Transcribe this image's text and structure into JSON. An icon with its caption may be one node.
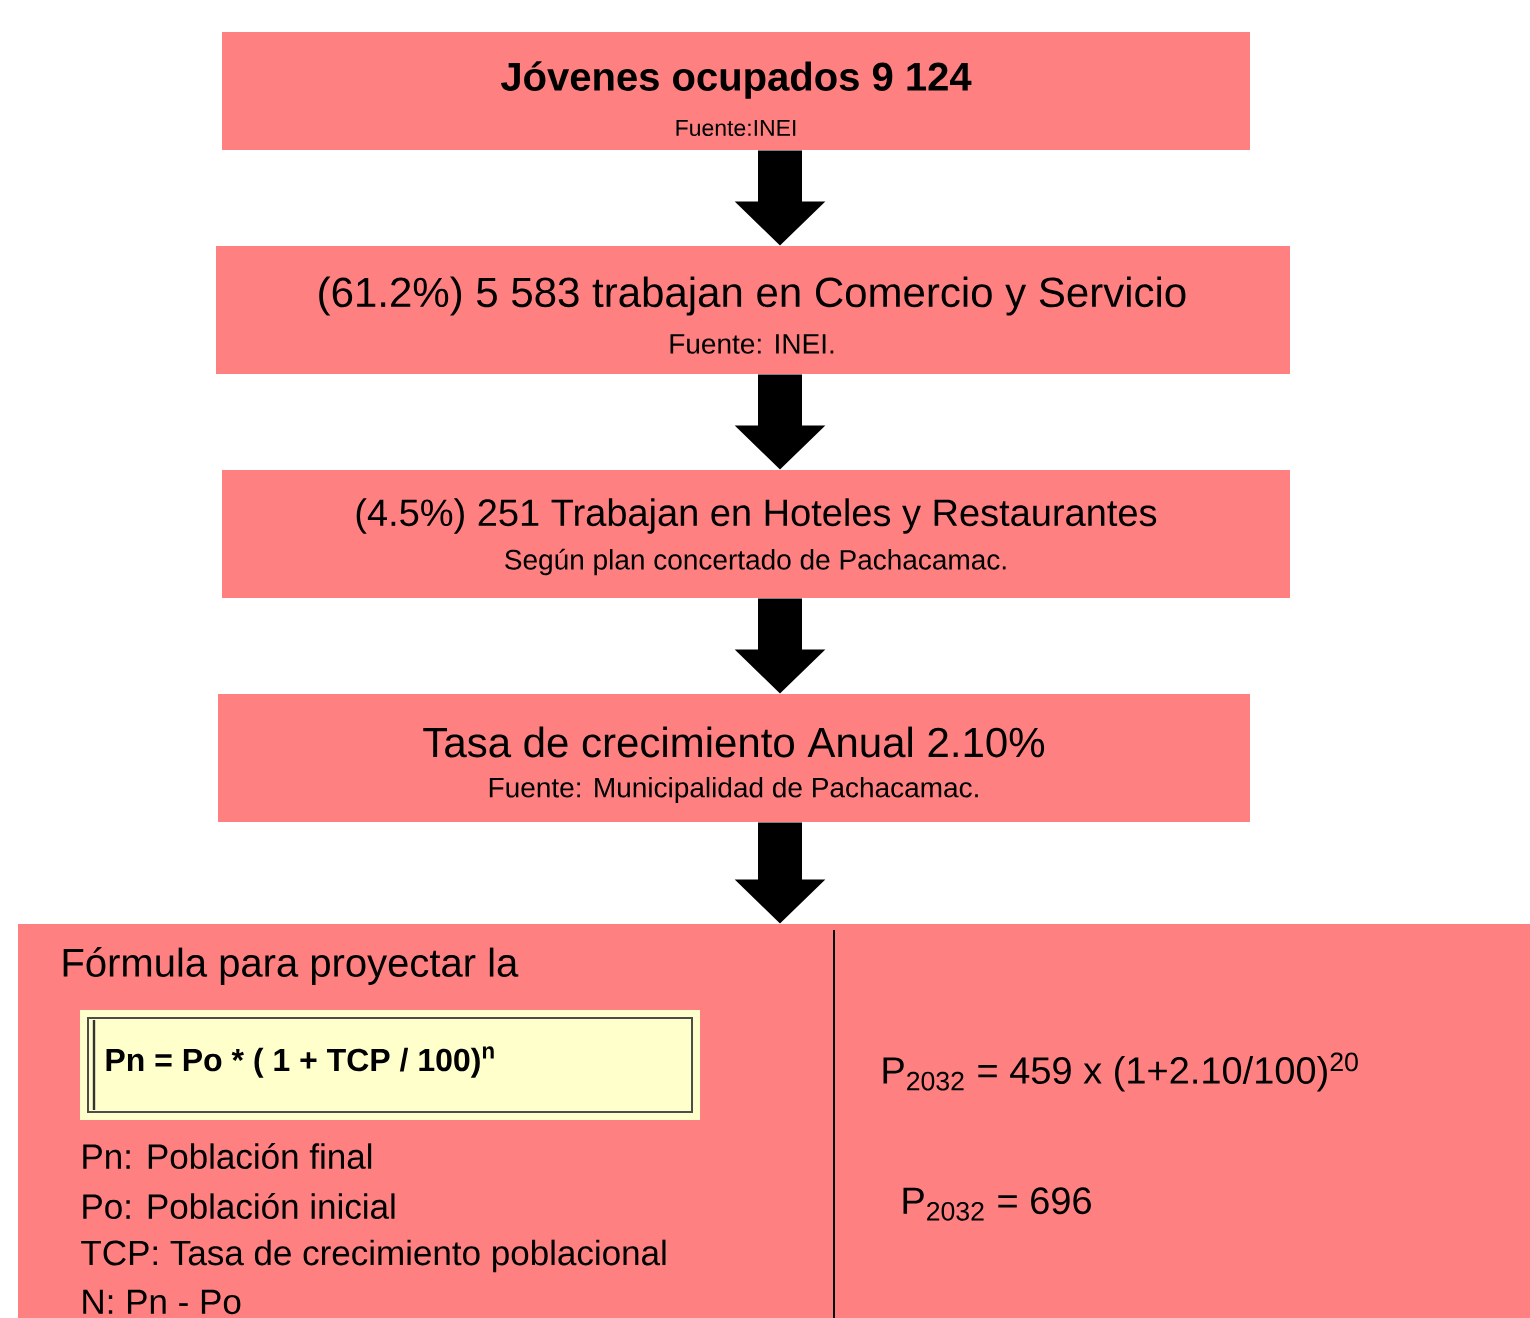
{
  "diagram": {
    "nodes": [
      {
        "text": [
          "Jóvenes ocupados 9 124",
          "Fuente:INEI"
        ]
      },
      {
        "text": [
          "(61.2%) 5 583 trabajan en Comercio y Servicio",
          "Fuente: INEI."
        ]
      },
      {
        "text": [
          "(4.5%) 251 Trabajan en Hoteles y Restaurantes",
          "Según plan concertado de Pachacamac."
        ]
      },
      {
        "text": [
          "Tasa de crecimiento Anual 2.10%",
          "Fuente: Municipalidad de Pachacamac."
        ]
      },
      {
        "text": [
          "Fórmula para proyectar la",
          "Pn: Población final",
          "Po: Población inicial",
          "TCP: Tasa de crecimiento poblacional",
          "N: Pn - Po",
          "P$_{2032}$ = 459 x (1+2.10/100)$^{20}$",
          "P$_{2032}$ = 696"
        ]
      },
      {
        "text": [
          "Pn =  Po * ( 1 + TCP / 100)$^{n}$"
        ],
        "in": 4
      }
    ],
    "edges": [
      {
        "from": 0,
        "to": 1,
        "arrow": "to"
      },
      {
        "from": 1,
        "to": 2,
        "arrow": "to"
      },
      {
        "from": 2,
        "to": 3,
        "arrow": "to"
      },
      {
        "from": 3,
        "to": 4,
        "arrow": "to"
      }
    ]
  }
}
